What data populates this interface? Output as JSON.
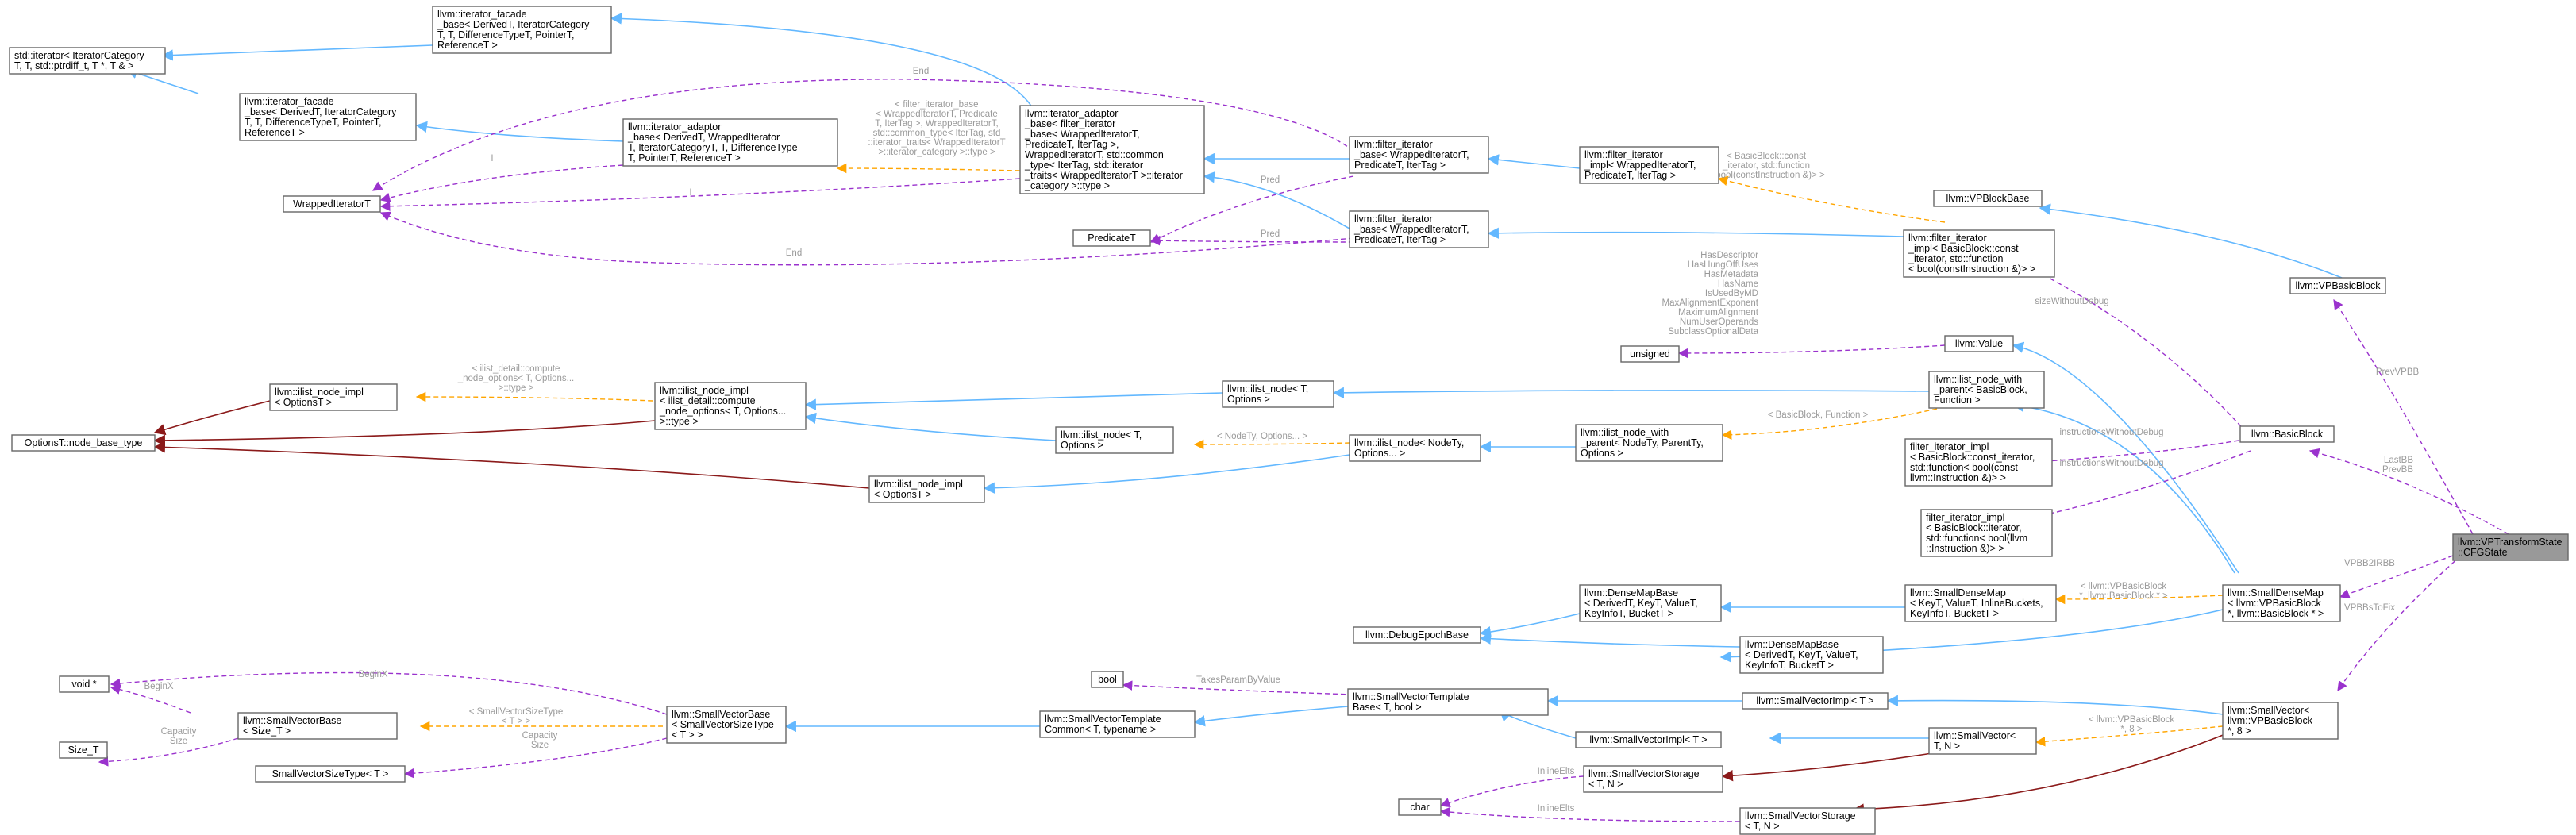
{
  "colors": {
    "inherit": "#63b8ff",
    "usage": "#9a32cd",
    "template": "#ffa500",
    "private": "#8b1a1a",
    "focus_fill": "#999999",
    "node_border": "#666666",
    "edge_label": "#9a9a9a"
  },
  "nodes": [
    {
      "id": "std_iter",
      "lines": [
        "std::iterator< IteratorCategory",
        "T, T, std::ptrdiff_t, T *, T & >"
      ]
    },
    {
      "id": "iter_facade_base1",
      "lines": [
        "llvm::iterator_facade",
        "_base< DerivedT, IteratorCategory",
        "T, T, DifferenceTypeT, PointerT,",
        "ReferenceT >"
      ]
    },
    {
      "id": "iter_facade_base2",
      "lines": [
        "llvm::iterator_facade",
        "_base< DerivedT, IteratorCategory",
        "T, T, DifferenceTypeT, PointerT,",
        "ReferenceT >"
      ]
    },
    {
      "id": "iter_adaptor_base1",
      "lines": [
        "llvm::iterator_adaptor",
        "_base< DerivedT, WrappedIterator",
        "T, IteratorCategoryT, T, DifferenceType",
        "T, PointerT, ReferenceT >"
      ]
    },
    {
      "id": "wrapped_iter",
      "lines": [
        "WrappedIteratorT"
      ]
    },
    {
      "id": "iter_adaptor_base2",
      "lines": [
        "llvm::iterator_adaptor",
        "_base< filter_iterator",
        "_base< WrappedIteratorT,",
        "PredicateT, IterTag >,",
        "WrappedIteratorT, std::common",
        "_type< IterTag, std::iterator",
        "_traits< WrappedIteratorT >::iterator",
        "_category >::type >"
      ]
    },
    {
      "id": "predicate",
      "lines": [
        "PredicateT"
      ]
    },
    {
      "id": "filter_iter_base1",
      "lines": [
        "llvm::filter_iterator",
        "_base< WrappedIteratorT,",
        "PredicateT, IterTag >"
      ]
    },
    {
      "id": "filter_iter_base2",
      "lines": [
        "llvm::filter_iterator",
        "_base< WrappedIteratorT,",
        "PredicateT, IterTag >"
      ]
    },
    {
      "id": "filter_iter_impl1",
      "lines": [
        "llvm::filter_iterator",
        "_impl< WrappedIteratorT,",
        "PredicateT, IterTag >"
      ]
    },
    {
      "id": "filter_iter_impl2",
      "lines": [
        "llvm::filter_iterator",
        "_impl< BasicBlock::const",
        "_iterator, std::function",
        "< bool(constInstruction &)> >"
      ]
    },
    {
      "id": "vpblockbase",
      "lines": [
        "llvm::VPBlockBase"
      ]
    },
    {
      "id": "vpbasicblock",
      "lines": [
        "llvm::VPBasicBlock"
      ]
    },
    {
      "id": "unsigned",
      "lines": [
        "unsigned"
      ]
    },
    {
      "id": "value",
      "lines": [
        "llvm::Value"
      ]
    },
    {
      "id": "ilist_node_impl1",
      "lines": [
        "llvm::ilist_node_impl",
        "< OptionsT >"
      ]
    },
    {
      "id": "ilist_node_impl2",
      "lines": [
        "llvm::ilist_node_impl",
        "< ilist_detail::compute",
        "_node_options< T, Options...",
        ">::type >"
      ]
    },
    {
      "id": "ilist_node1",
      "lines": [
        "llvm::ilist_node< T,",
        "Options >"
      ]
    },
    {
      "id": "ilist_node_with_parent1",
      "lines": [
        "llvm::ilist_node_with",
        "_parent< BasicBlock,",
        "Function >"
      ]
    },
    {
      "id": "options_node_base",
      "lines": [
        "OptionsT::node_base_type"
      ]
    },
    {
      "id": "ilist_node2",
      "lines": [
        "llvm::ilist_node< T,",
        "Options >"
      ]
    },
    {
      "id": "ilist_node3",
      "lines": [
        "llvm::ilist_node< NodeTy,",
        "Options... >"
      ]
    },
    {
      "id": "ilist_node_with_parent2",
      "lines": [
        "llvm::ilist_node_with",
        "_parent< NodeTy, ParentTy,",
        "Options >"
      ]
    },
    {
      "id": "basicblock",
      "lines": [
        "llvm::BasicBlock"
      ]
    },
    {
      "id": "ilist_node_impl3",
      "lines": [
        "llvm::ilist_node_impl",
        "< OptionsT >"
      ]
    },
    {
      "id": "filter_impl_const",
      "lines": [
        "filter_iterator_impl",
        "< BasicBlock::const_iterator,",
        "std::function< bool(const",
        "llvm::Instruction &)> >"
      ]
    },
    {
      "id": "filter_impl_iter",
      "lines": [
        "filter_iterator_impl",
        "< BasicBlock::iterator,",
        "std::function< bool(llvm",
        "::Instruction &)> >"
      ]
    },
    {
      "id": "cfgstate",
      "lines": [
        "llvm::VPTransformState",
        "::CFGState"
      ]
    },
    {
      "id": "densemapbase1",
      "lines": [
        "llvm::DenseMapBase",
        "< DerivedT, KeyT, ValueT,",
        "KeyInfoT, BucketT >"
      ]
    },
    {
      "id": "smalldensemap1",
      "lines": [
        "llvm::SmallDenseMap",
        "< KeyT, ValueT, InlineBuckets,",
        "KeyInfoT, BucketT >"
      ]
    },
    {
      "id": "smalldensemap2",
      "lines": [
        "llvm::SmallDenseMap",
        "< llvm::VPBasicBlock",
        "*, llvm::BasicBlock * >"
      ]
    },
    {
      "id": "debugepochbase",
      "lines": [
        "llvm::DebugEpochBase"
      ]
    },
    {
      "id": "densemapbase2",
      "lines": [
        "llvm::DenseMapBase",
        "< DerivedT, KeyT, ValueT,",
        "KeyInfoT, BucketT >"
      ]
    },
    {
      "id": "void_ptr",
      "lines": [
        "void *"
      ]
    },
    {
      "id": "bool",
      "lines": [
        "bool"
      ]
    },
    {
      "id": "smallvectorbase1",
      "lines": [
        "llvm::SmallVectorBase",
        "< Size_T >"
      ]
    },
    {
      "id": "smallvectorbase2",
      "lines": [
        "llvm::SmallVectorBase",
        "< SmallVectorSizeType",
        "< T > >"
      ]
    },
    {
      "id": "svt_common",
      "lines": [
        "llvm::SmallVectorTemplate",
        "Common< T, typename >"
      ]
    },
    {
      "id": "svt_base",
      "lines": [
        "llvm::SmallVectorTemplate",
        "Base< T, bool >"
      ]
    },
    {
      "id": "svimpl1",
      "lines": [
        "llvm::SmallVectorImpl< T >"
      ]
    },
    {
      "id": "svimpl2",
      "lines": [
        "llvm::SmallVectorImpl< T >"
      ]
    },
    {
      "id": "size_t",
      "lines": [
        "Size_T"
      ]
    },
    {
      "id": "sv_size_type",
      "lines": [
        "SmallVectorSizeType< T >"
      ]
    },
    {
      "id": "smallvector1",
      "lines": [
        "llvm::SmallVector<",
        "T, N >"
      ]
    },
    {
      "id": "smallvector2",
      "lines": [
        "llvm::SmallVector<",
        "llvm::VPBasicBlock",
        "*, 8 >"
      ]
    },
    {
      "id": "svstorage1",
      "lines": [
        "llvm::SmallVectorStorage",
        "< T, N >"
      ]
    },
    {
      "id": "char",
      "lines": [
        "char"
      ]
    },
    {
      "id": "svstorage2",
      "lines": [
        "llvm::SmallVectorStorage",
        "< T, N >"
      ]
    }
  ],
  "edge_labels": {
    "end_top": [
      "End"
    ],
    "i_upper": [
      "I"
    ],
    "i_lower": [
      "I"
    ],
    "filter_base_tmpl": [
      "< filter_iterator_base",
      "< WrappedIteratorT, Predicate",
      "T, IterTag >, WrappedIteratorT,",
      "std::common_type< IterTag, std",
      "::iterator_traits< WrappedIteratorT",
      ">::iterator_category >::type >"
    ],
    "pred": [
      "Pred"
    ],
    "pred2": [
      "Pred"
    ],
    "end_bottom": [
      "End"
    ],
    "bb_const_tmpl": [
      "< BasicBlock::const",
      "_iterator, std::function",
      "< bool(constInstruction &)> >"
    ],
    "value_members": [
      "HasDescriptor",
      "HasHungOffUses",
      "HasMetadata",
      "HasName",
      "IsUsedByMD",
      "MaxAlignmentExponent",
      "MaximumAlignment",
      "NumUserOperands",
      "SubclassOptionalData"
    ],
    "size_without_debug": [
      "sizeWithoutDebug"
    ],
    "prev_vpbb": [
      "PrevVPBB"
    ],
    "ilist_compute_tmpl": [
      "< ilist_detail::compute",
      "_node_options< T, Options...",
      ">::type >"
    ],
    "bb_function_tmpl": [
      "< BasicBlock, Function >"
    ],
    "nodety_options_tmpl": [
      "< NodeTy, Options... >"
    ],
    "instr_without_debug1": [
      "instructionsWithoutDebug"
    ],
    "instr_without_debug2": [
      "instructionsWithoutDebug"
    ],
    "last_prev_bb": [
      "LastBB",
      "PrevBB"
    ],
    "vpbb2irbb": [
      "VPBB2IRBB"
    ],
    "vpbbs_to_fix": [
      "VPBBsToFix"
    ],
    "smalldensemap_tmpl": [
      "< llvm::VPBasicBlock",
      "*, llvm::BasicBlock * >"
    ],
    "begin_x": [
      "BeginX"
    ],
    "begin_x2": [
      "BeginX"
    ],
    "sv_size_tmpl": [
      "< SmallVectorSizeType",
      "< T > >"
    ],
    "capacity_size1": [
      "Capacity",
      "Size"
    ],
    "capacity_size2": [
      "Capacity",
      "Size"
    ],
    "takes_param": [
      "TakesParamByValue"
    ],
    "smallvector_tmpl": [
      "< llvm::VPBasicBlock",
      "*, 8 >"
    ],
    "inline_elts1": [
      "InlineElts"
    ],
    "inline_elts2": [
      "InlineElts"
    ]
  }
}
